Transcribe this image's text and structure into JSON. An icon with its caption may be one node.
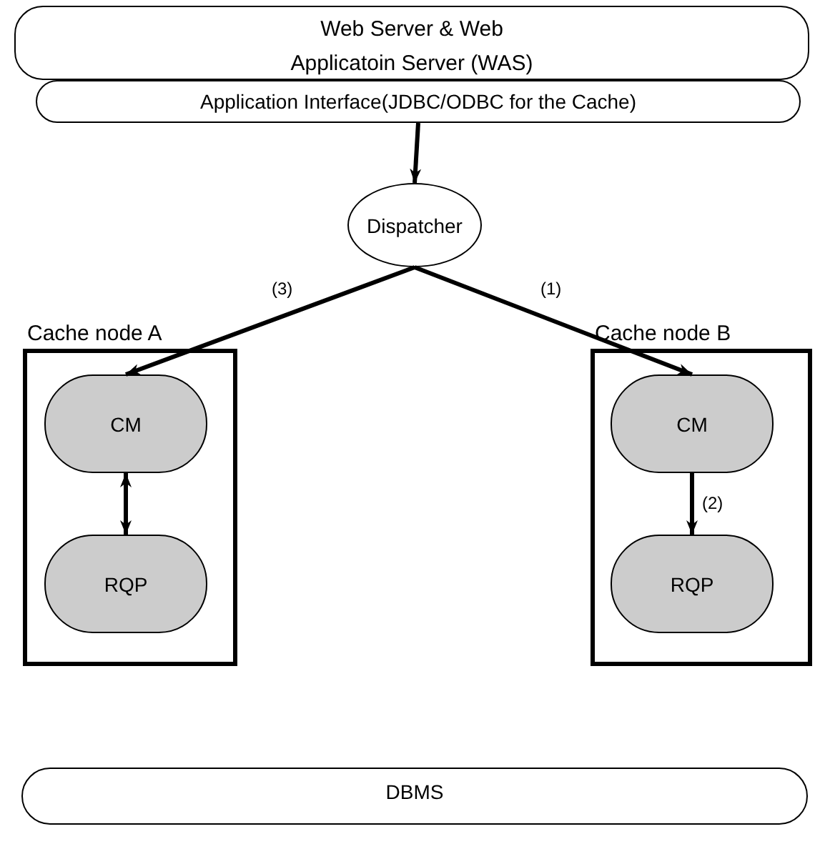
{
  "diagram": {
    "nodes": [
      {
        "text": [
          "Web Server & Web Applicatoin Server (WAS)"
        ]
      },
      {
        "text": [
          "Application Interface(JDBC/ODBC for the Cache)"
        ]
      },
      {
        "text": [
          "Dispatcher"
        ]
      },
      {
        "text": [
          "Cache node A"
        ]
      },
      {
        "text": [
          "CM"
        ],
        "in": 3
      },
      {
        "text": [
          "RQP"
        ],
        "in": 3
      },
      {
        "text": [
          "Cache node B"
        ]
      },
      {
        "text": [
          "CM"
        ],
        "in": 6
      },
      {
        "text": [
          "RQP"
        ],
        "in": 6
      },
      {
        "text": [
          "DBMS"
        ]
      }
    ],
    "edges": [
      {
        "from": 1,
        "to": 2,
        "arrow": "to"
      },
      {
        "from": 2,
        "to": 4,
        "arrow": "to",
        "label": "(3)"
      },
      {
        "from": 2,
        "to": 7,
        "arrow": "to",
        "label": "(1)"
      },
      {
        "from": 4,
        "to": 5,
        "arrow": "both"
      },
      {
        "from": 7,
        "to": 8,
        "arrow": "to",
        "label": "(2)"
      }
    ]
  }
}
